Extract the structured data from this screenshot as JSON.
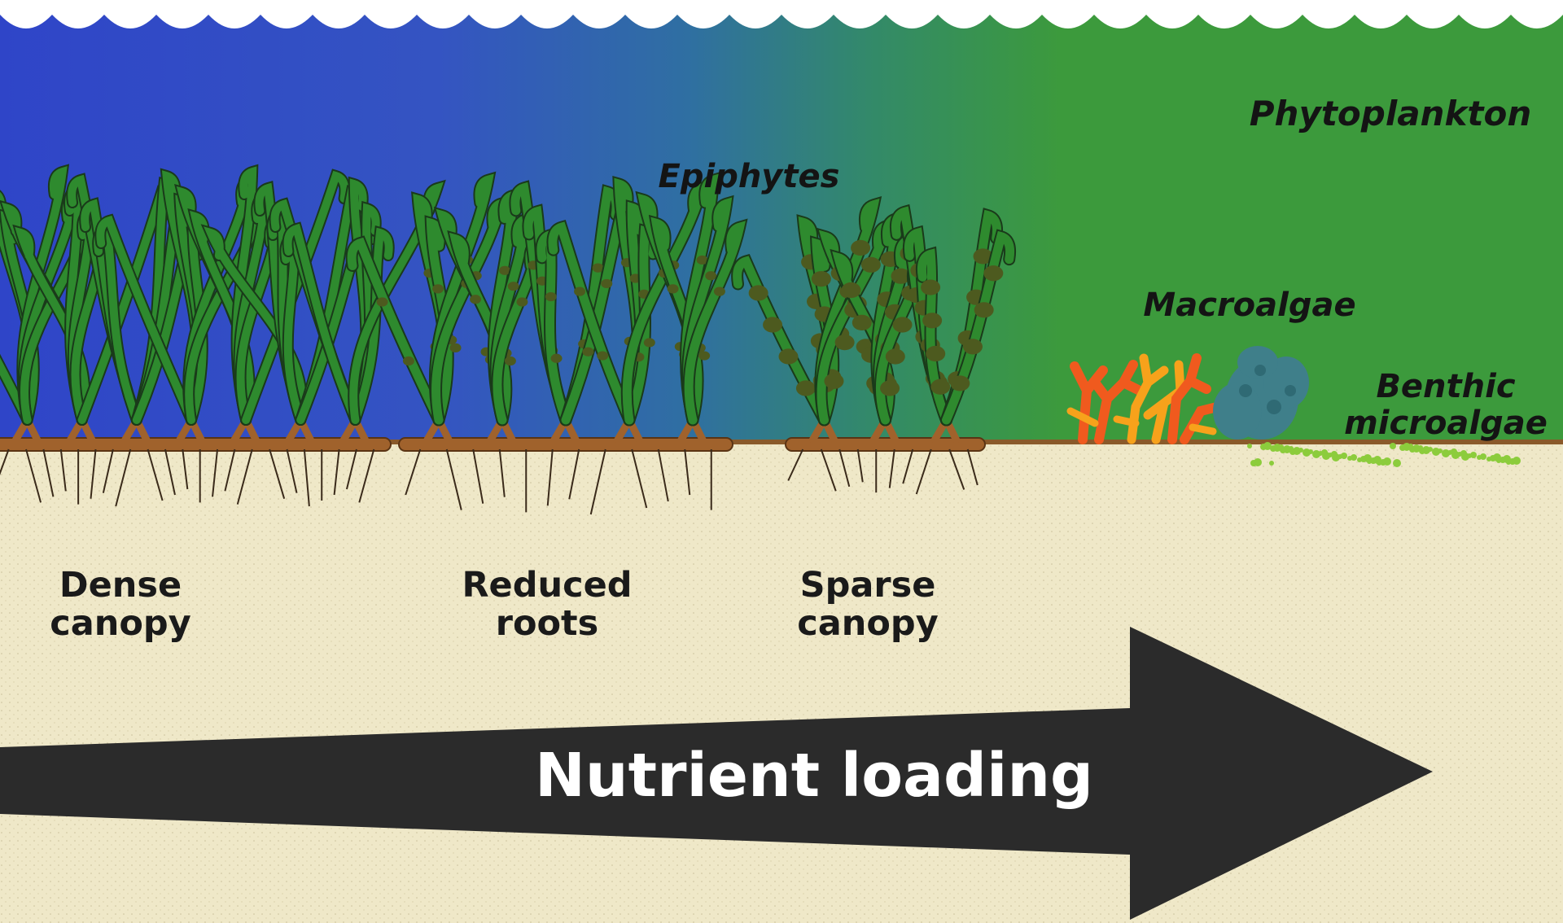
{
  "labels": {
    "phytoplankton": "Phytoplankton",
    "epiphytes": "Epiphytes",
    "macroalgae": "Macroalgae",
    "benthic_line1": "Benthic",
    "benthic_line2": "microalgae",
    "dense_line1": "Dense",
    "dense_line2": "canopy",
    "reduced_line1": "Reduced",
    "reduced_line2": "roots",
    "sparse_line1": "Sparse",
    "sparse_line2": "canopy",
    "arrow": "Nutrient loading"
  },
  "colors": {
    "water_clear": "#2f45c8",
    "water_turbid": "#3c9a3c",
    "sediment": "#efe8c8",
    "seagrass_blade": "#2e8a2e",
    "rhizome": "#a0622c",
    "epiphyte": "#4d5a1f",
    "macroalgae_red": "#f05a1e",
    "macroalgae_orange": "#f7a21b",
    "macroalgae_blue": "#3f7f8a",
    "benthic_microalgae": "#8ccc3c",
    "arrow": "#2b2b2b"
  }
}
